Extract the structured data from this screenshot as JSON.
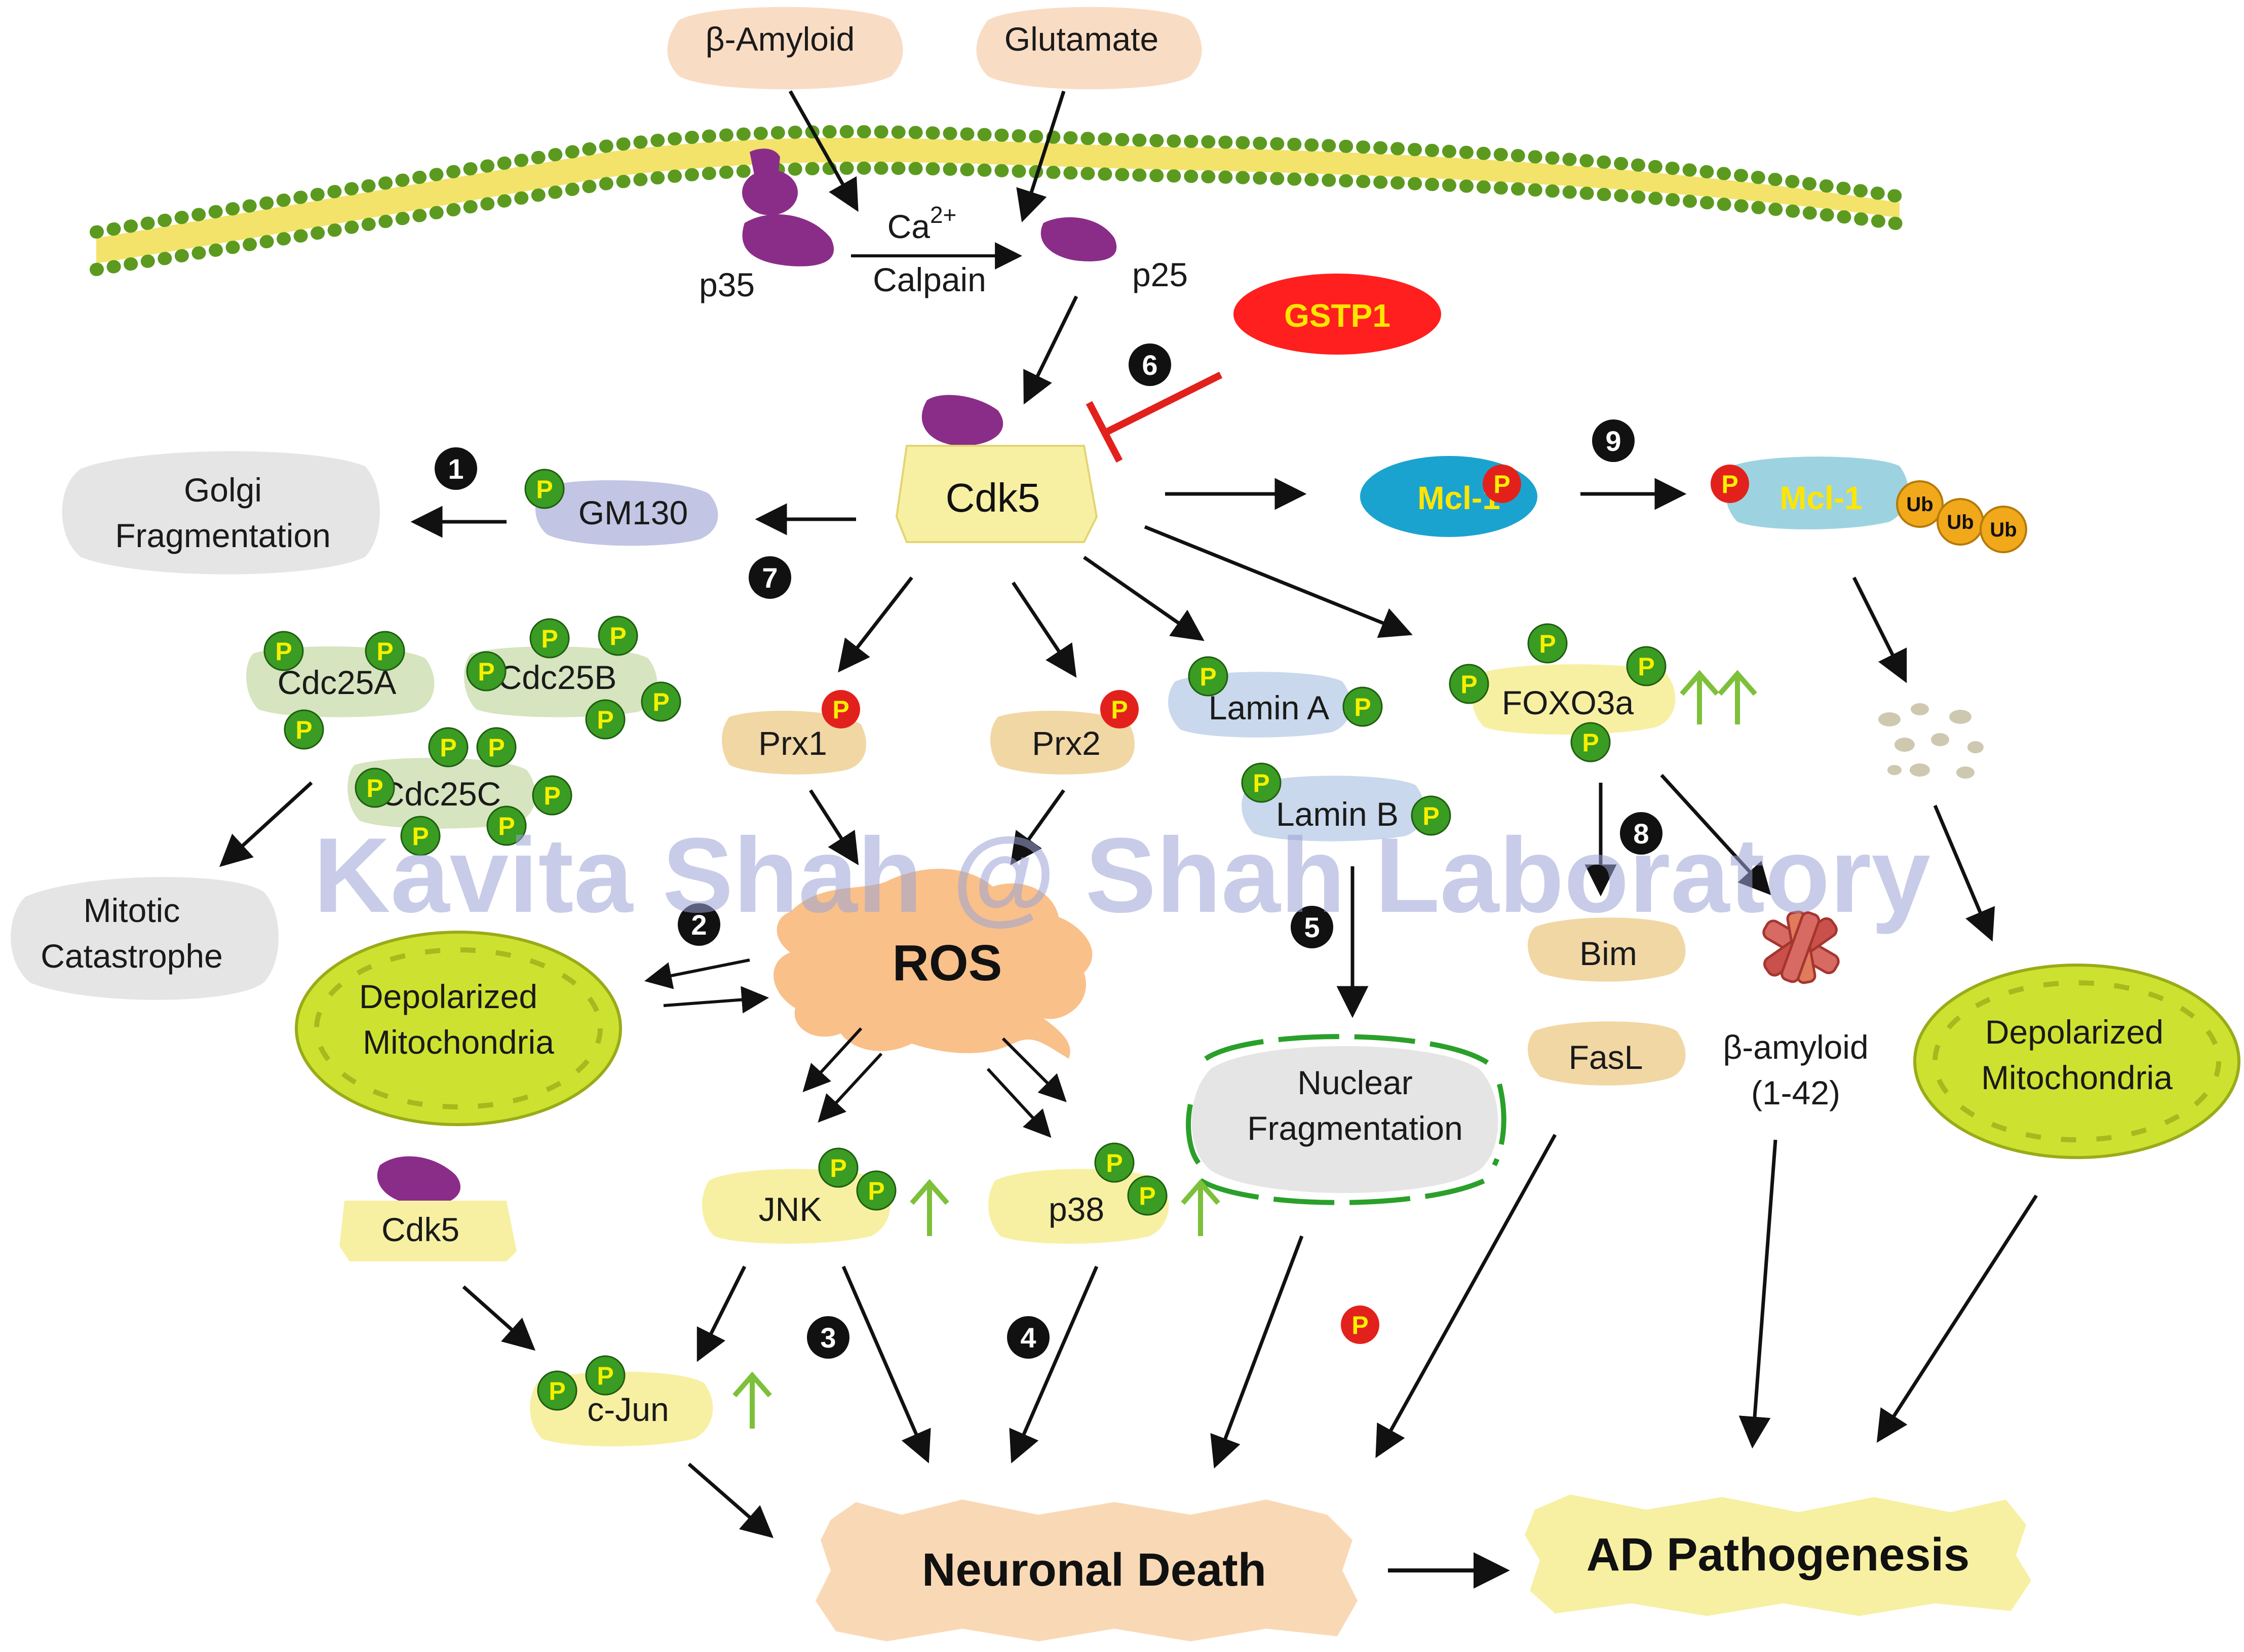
{
  "watermark": "Kavita Shah @ Shah Laboratory",
  "stimuli": {
    "amyloid": "β-Amyloid",
    "glutamate": "Glutamate"
  },
  "membrane": {
    "p35": "p35",
    "p25": "p25",
    "ca": "Ca",
    "ca_sup": "2+",
    "calpain": "Calpain"
  },
  "inhibitor": {
    "gstp1": "GSTP1"
  },
  "hub": {
    "cdk5": "Cdk5",
    "cdk5_lower": "Cdk5"
  },
  "golgi": {
    "gm130": "GM130",
    "golgi_line1": "Golgi",
    "golgi_line2": "Fragmentation"
  },
  "mitosis": {
    "cdc25a": "Cdc25A",
    "cdc25b": "Cdc25B",
    "cdc25c": "Cdc25C",
    "line1": "Mitotic",
    "line2": "Catastrophe"
  },
  "mito_left": {
    "line1": "Depolarized",
    "line2": "Mitochondria"
  },
  "mito_right": {
    "line1": "Depolarized",
    "line2": "Mitochondria"
  },
  "ros": {
    "label": "ROS",
    "prx1": "Prx1",
    "prx2": "Prx2"
  },
  "kinases": {
    "jnk": "JNK",
    "p38": "p38",
    "cjun": "c-Jun"
  },
  "lamins": {
    "lamin_a": "Lamin A",
    "lamin_b": "Lamin B",
    "nuc_line1": "Nuclear",
    "nuc_line2": "Fragmentation"
  },
  "foxo": {
    "foxo3a": "FOXO3a",
    "bim": "Bim",
    "fasl": "FasL",
    "abeta_line1": "β-amyloid",
    "abeta_line2": "(1-42)"
  },
  "mcl": {
    "mcl1": "Mcl-1",
    "mcl1_ub": "Mcl-1",
    "ub": "Ub"
  },
  "outcomes": {
    "neuronal_death": "Neuronal Death",
    "ad": "AD Pathogenesis"
  },
  "p_label": "P",
  "steps": [
    "1",
    "2",
    "3",
    "4",
    "5",
    "6",
    "7",
    "8",
    "9"
  ],
  "colors": {
    "membrane_fill": "#f3e36a",
    "membrane_dots": "#5b9a1f",
    "protein_yellow": "#f7f0a3",
    "protein_tan": "#f1d7a4",
    "protein_green": "#d6e4bf",
    "protein_blue": "#c9d8ec",
    "p_green": "#3a9c22",
    "p_red": "#e3211c",
    "gstp1": "#ff1f1f",
    "mcl1": "#1ba3d0",
    "mcl1_ub": "#9dd3e0",
    "ub": "#f1a81a",
    "ros": "#f9c08a",
    "mito": "#cde230",
    "death": "#f9d9b5",
    "ad": "#f7f0a3",
    "purple": "#8a2d88",
    "cloud_grey": "#e5e5e5",
    "up_arrow": "#7dc03a"
  }
}
